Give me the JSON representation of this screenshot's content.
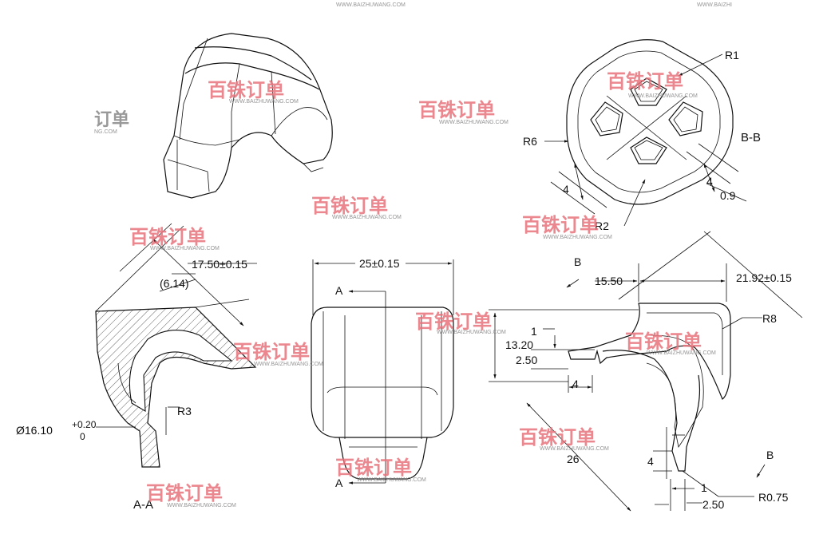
{
  "watermark": {
    "brand": "百铢订单",
    "url": "WWW.BAIZHUWANG.COM",
    "url_cut": "WWW.BAIZHI",
    "partial_brand": "订单",
    "partial_url": "NG.COM",
    "color": "#e8737b"
  },
  "section_bb": {
    "label": "B-B",
    "r1": "R1",
    "r6": "R6",
    "r2": "R2",
    "dim_4_left": "4",
    "dim_4_right": "4",
    "dim_09": "0.9"
  },
  "section_aa": {
    "label": "A-A",
    "dim_length": "17.50±0.15",
    "dim_ref": "(6.14)",
    "radius": "R3",
    "diameter_main": "Ø16.10",
    "tol_upper": "+0.20",
    "tol_lower": "0"
  },
  "front_view": {
    "width": "25±0.15",
    "cut_label_top": "A",
    "cut_label_bottom": "A"
  },
  "side_view": {
    "cut_label_top": "B",
    "cut_label_bottom": "B",
    "dim_1550": "15.50",
    "dim_2192": "21.92±0.15",
    "r8": "R8",
    "dim_1": "1",
    "dim_1320": "13.20",
    "dim_250": "2.50",
    "dim_4": "4",
    "dim_26": "26",
    "dim_4_lower": "4",
    "dim_1_lower": "1",
    "dim_250_lower": "2.50",
    "r075": "R0.75"
  },
  "colors": {
    "line": "#111111",
    "background": "#ffffff"
  }
}
